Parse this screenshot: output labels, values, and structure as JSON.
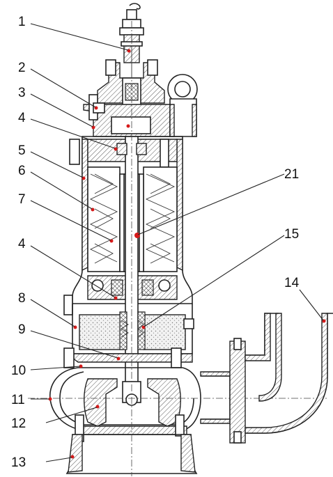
{
  "diagram": {
    "callouts": [
      {
        "id": "c1",
        "label": "1"
      },
      {
        "id": "c2",
        "label": "2"
      },
      {
        "id": "c3",
        "label": "3"
      },
      {
        "id": "c4a",
        "label": "4"
      },
      {
        "id": "c5",
        "label": "5"
      },
      {
        "id": "c6",
        "label": "6"
      },
      {
        "id": "c7",
        "label": "7"
      },
      {
        "id": "c4b",
        "label": "4"
      },
      {
        "id": "c8",
        "label": "8"
      },
      {
        "id": "c9",
        "label": "9"
      },
      {
        "id": "c10",
        "label": "10"
      },
      {
        "id": "c11",
        "label": "11"
      },
      {
        "id": "c12",
        "label": "12"
      },
      {
        "id": "c13",
        "label": "13"
      },
      {
        "id": "c21",
        "label": "21"
      },
      {
        "id": "c15",
        "label": "15"
      },
      {
        "id": "c14",
        "label": "14"
      }
    ],
    "colors": {
      "marker": "#d61a1a",
      "line": "#222222",
      "background": "#ffffff"
    }
  }
}
